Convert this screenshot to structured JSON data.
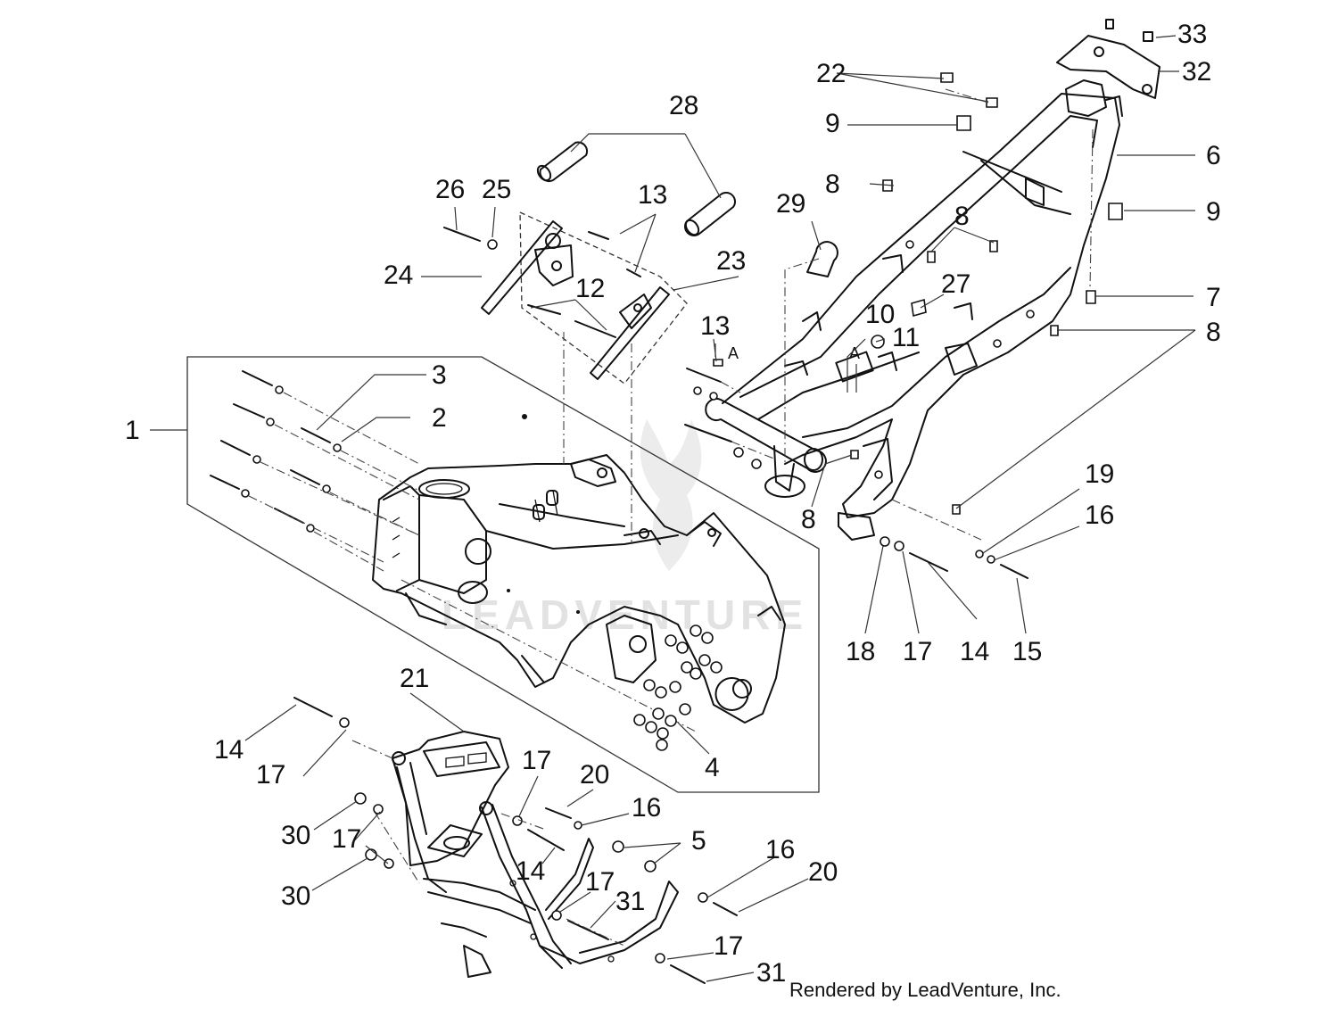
{
  "watermark": "LEADVENTURE",
  "footer": "Rendered by LeadVenture, Inc.",
  "section_markers": [
    "A",
    "A"
  ],
  "callouts": {
    "c1": "1",
    "c2": "2",
    "c3": "3",
    "c4": "4",
    "c5": "5",
    "c6": "6",
    "c7": "7",
    "c8a": "8",
    "c8b": "8",
    "c8c": "8",
    "c8d": "8",
    "c9a": "9",
    "c9b": "9",
    "c10": "10",
    "c11": "11",
    "c12": "12",
    "c13a": "13",
    "c13b": "13",
    "c14a": "14",
    "c14b": "14",
    "c14c": "14",
    "c15": "15",
    "c16a": "16",
    "c16b": "16",
    "c16c": "16",
    "c17a": "17",
    "c17b": "17",
    "c17c": "17",
    "c17d": "17",
    "c17e": "17",
    "c17f": "17",
    "c18": "18",
    "c19": "19",
    "c20a": "20",
    "c20b": "20",
    "c21": "21",
    "c22": "22",
    "c23": "23",
    "c24": "24",
    "c25": "25",
    "c26": "26",
    "c27": "27",
    "c28": "28",
    "c29": "29",
    "c30a": "30",
    "c30b": "30",
    "c31a": "31",
    "c31b": "31",
    "c32": "32",
    "c33": "33"
  }
}
